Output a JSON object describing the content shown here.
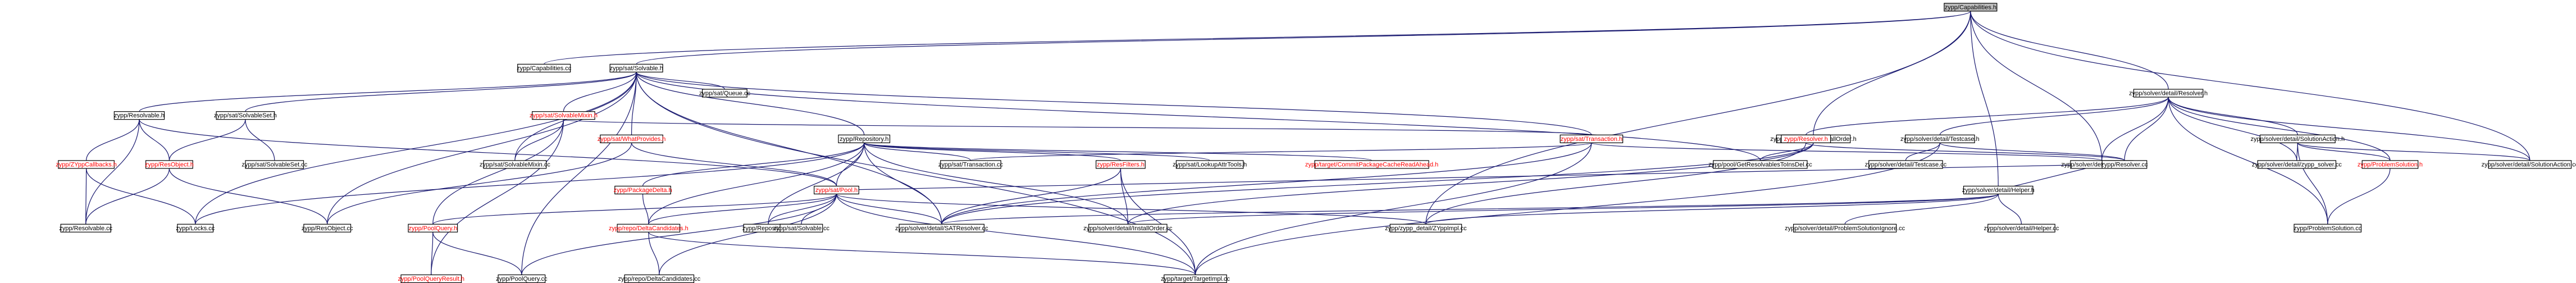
{
  "root": "zypp/Capabilities.h",
  "nodes": [
    {
      "id": "capabilities_h",
      "label": "zypp/Capabilities.h",
      "root": true
    },
    {
      "id": "capabilities_cc",
      "label": "zypp/Capabilities.cc"
    },
    {
      "id": "solvable_h",
      "label": "zypp/sat/Solvable.h"
    },
    {
      "id": "queue_cc",
      "label": "zypp/sat/Queue.cc"
    },
    {
      "id": "resolvable_h",
      "label": "zypp/Resolvable.h"
    },
    {
      "id": "solvableset_h",
      "label": "zypp/sat/SolvableSet.h"
    },
    {
      "id": "solvablemixin_h",
      "label": "zypp/sat/SolvableMixin.h",
      "red": true
    },
    {
      "id": "solvablemixin_cc",
      "label": "zypp/sat/SolvableMixin.cc"
    },
    {
      "id": "whatprovides_h",
      "label": "zypp/sat/WhatProvides.h",
      "red": true
    },
    {
      "id": "repository_h",
      "label": "zypp/Repository.h"
    },
    {
      "id": "transaction_h",
      "label": "zypp/sat/Transaction.h",
      "red": true
    },
    {
      "id": "zyppcallbacks_h",
      "label": "zypp/ZYppCallbacks.h",
      "red": true
    },
    {
      "id": "resobject_h",
      "label": "zypp/ResObject.h",
      "red": true
    },
    {
      "id": "solvableset_cc",
      "label": "zypp/sat/SolvableSet.cc"
    },
    {
      "id": "resolvable_cc",
      "label": "zypp/Resolvable.cc"
    },
    {
      "id": "locks_cc",
      "label": "zypp/Locks.cc"
    },
    {
      "id": "resobject_cc",
      "label": "zypp/ResObject.cc"
    },
    {
      "id": "poolquery_h",
      "label": "zypp/PoolQuery.h",
      "red": true
    },
    {
      "id": "poolqueryresult_h",
      "label": "zypp/PoolQueryResult.h",
      "red": true
    },
    {
      "id": "poolquery_cc",
      "label": "zypp/PoolQuery.cc"
    },
    {
      "id": "packagedelta_h",
      "label": "zypp/PackageDelta.h",
      "red": true
    },
    {
      "id": "satpool_h",
      "label": "zypp/sat/Pool.h",
      "red": true
    },
    {
      "id": "transaction_cc",
      "label": "zypp/sat/Transaction.cc"
    },
    {
      "id": "resfilters_h",
      "label": "zypp/ResFilters.h",
      "red": true
    },
    {
      "id": "lookupattrtools_h",
      "label": "zypp/sat/LookupAttrTools.h"
    },
    {
      "id": "commitpackagecache_h",
      "label": "zypp/target/CommitPackageCacheReadAhead.h",
      "red": true
    },
    {
      "id": "repository_cc",
      "label": "zypp/Repository.cc"
    },
    {
      "id": "deltacandidates_h",
      "label": "zypp/repo/DeltaCandidates.h",
      "red": true
    },
    {
      "id": "deltacandidates_cc",
      "label": "zypp/repo/DeltaCandidates.cc"
    },
    {
      "id": "satsolvable_cc",
      "label": "zypp/sat/Solvable.cc"
    },
    {
      "id": "satresolver_cc",
      "label": "zypp/solver/detail/SATResolver.cc"
    },
    {
      "id": "installorder_cc",
      "label": "zypp/solver/detail/InstallOrder.cc"
    },
    {
      "id": "targetimpl_cc",
      "label": "zypp/target/TargetImpl.cc"
    },
    {
      "id": "installorder_h",
      "label": "zypp/solver/detail/InstallOrder.h"
    },
    {
      "id": "getresolvables_cc",
      "label": "zypp/pool/GetResolvablesToInsDel.cc"
    },
    {
      "id": "zyppimpl_cc",
      "label": "zypp/zypp_detail/ZYppImpl.cc"
    },
    {
      "id": "testcase_cc",
      "label": "zypp/solver/detail/Testcase.cc"
    },
    {
      "id": "solverresolver_cc",
      "label": "zypp/solver/detail/Resolver.cc"
    },
    {
      "id": "helper_h",
      "label": "zypp/solver/detail/Helper.h"
    },
    {
      "id": "problemsolutionignore_cc",
      "label": "zypp/solver/detail/ProblemSolutionIgnore.cc"
    },
    {
      "id": "helper_cc",
      "label": "zypp/solver/detail/Helper.cc"
    },
    {
      "id": "zyppresolver_h",
      "label": "zypp/Resolver.h",
      "red": true
    },
    {
      "id": "zyppresolver_cc",
      "label": "zypp/Resolver.cc"
    },
    {
      "id": "testcase_h",
      "label": "zypp/solver/detail/Testcase.h"
    },
    {
      "id": "solverresolver_h",
      "label": "zypp/solver/detail/Resolver.h"
    },
    {
      "id": "solutionaction_h",
      "label": "zypp/solver/detail/SolutionAction.h"
    },
    {
      "id": "problemsolution_h",
      "label": "zypp/ProblemSolution.h",
      "red": true
    },
    {
      "id": "zypp_solver_cc",
      "label": "zypp/solver/detail/zypp_solver.cc"
    },
    {
      "id": "problemsolution_cc",
      "label": "zypp/ProblemSolution.cc"
    },
    {
      "id": "solutionaction_cc",
      "label": "zypp/solver/detail/SolutionAction.cc"
    }
  ],
  "edges": [
    [
      "capabilities_h",
      "capabilities_cc"
    ],
    [
      "capabilities_h",
      "solvable_h"
    ],
    [
      "capabilities_h",
      "installorder_h"
    ],
    [
      "capabilities_h",
      "helper_h"
    ],
    [
      "capabilities_h",
      "solverresolver_h"
    ],
    [
      "capabilities_h",
      "solverresolver_cc"
    ],
    [
      "capabilities_h",
      "solutionaction_cc"
    ],
    [
      "capabilities_h",
      "zyppimpl_cc"
    ],
    [
      "solvable_h",
      "queue_cc"
    ],
    [
      "solvable_h",
      "resolvable_h"
    ],
    [
      "solvable_h",
      "solvableset_h"
    ],
    [
      "solvable_h",
      "solvablemixin_h"
    ],
    [
      "solvable_h",
      "solvablemixin_cc"
    ],
    [
      "solvable_h",
      "whatprovides_h"
    ],
    [
      "solvable_h",
      "repository_h"
    ],
    [
      "solvable_h",
      "transaction_h"
    ],
    [
      "solvable_h",
      "resobject_cc"
    ],
    [
      "solvable_h",
      "poolquery_cc"
    ],
    [
      "solvable_h",
      "locks_cc"
    ],
    [
      "solvable_h",
      "getresolvables_cc"
    ],
    [
      "solvable_h",
      "satresolver_cc"
    ],
    [
      "solvable_h",
      "targetimpl_cc"
    ],
    [
      "resolvable_h",
      "zyppcallbacks_h"
    ],
    [
      "resolvable_h",
      "resobject_h"
    ],
    [
      "resolvable_h",
      "resolvable_cc"
    ],
    [
      "resolvable_h",
      "satpool_h"
    ],
    [
      "solvableset_h",
      "resobject_h"
    ],
    [
      "solvableset_h",
      "solvableset_cc"
    ],
    [
      "solvablemixin_h",
      "solvablemixin_cc"
    ],
    [
      "solvablemixin_h",
      "poolquery_h"
    ],
    [
      "solvablemixin_h",
      "poolqueryresult_h"
    ],
    [
      "solvablemixin_h",
      "transaction_h"
    ],
    [
      "whatprovides_h",
      "satpool_h"
    ],
    [
      "whatprovides_h",
      "resobject_cc"
    ],
    [
      "repository_h",
      "satpool_h"
    ],
    [
      "repository_h",
      "packagedelta_h"
    ],
    [
      "repository_h",
      "transaction_cc"
    ],
    [
      "repository_h",
      "resfilters_h"
    ],
    [
      "repository_h",
      "lookupattrtools_h"
    ],
    [
      "repository_h",
      "commitpackagecache_h"
    ],
    [
      "repository_h",
      "repository_cc"
    ],
    [
      "repository_h",
      "deltacandidates_h"
    ],
    [
      "repository_h",
      "installorder_cc"
    ],
    [
      "repository_h",
      "satresolver_cc"
    ],
    [
      "repository_h",
      "locks_cc"
    ],
    [
      "transaction_h",
      "transaction_cc"
    ],
    [
      "transaction_h",
      "solverresolver_cc"
    ],
    [
      "transaction_h",
      "targetimpl_cc"
    ],
    [
      "transaction_h",
      "satresolver_cc"
    ],
    [
      "zyppcallbacks_h",
      "resolvable_cc"
    ],
    [
      "zyppcallbacks_h",
      "locks_cc"
    ],
    [
      "resobject_h",
      "resolvable_cc"
    ],
    [
      "resobject_h",
      "resobject_cc"
    ],
    [
      "poolquery_h",
      "poolqueryresult_h"
    ],
    [
      "poolquery_h",
      "poolquery_cc"
    ],
    [
      "packagedelta_h",
      "deltacandidates_h"
    ],
    [
      "satpool_h",
      "poolquery_h"
    ],
    [
      "satpool_h",
      "poolquery_cc"
    ],
    [
      "satpool_h",
      "deltacandidates_h"
    ],
    [
      "satpool_h",
      "deltacandidates_cc"
    ],
    [
      "satpool_h",
      "repository_cc"
    ],
    [
      "satpool_h",
      "satsolvable_cc"
    ],
    [
      "satpool_h",
      "satresolver_cc"
    ],
    [
      "satpool_h",
      "zyppimpl_cc"
    ],
    [
      "satpool_h",
      "targetimpl_cc"
    ],
    [
      "satpool_h",
      "solverresolver_cc"
    ],
    [
      "resfilters_h",
      "satresolver_cc"
    ],
    [
      "resfilters_h",
      "installorder_cc"
    ],
    [
      "resfilters_h",
      "targetimpl_cc"
    ],
    [
      "deltacandidates_h",
      "deltacandidates_cc"
    ],
    [
      "deltacandidates_h",
      "targetimpl_cc"
    ],
    [
      "installorder_h",
      "installorder_cc"
    ],
    [
      "installorder_h",
      "getresolvables_cc"
    ],
    [
      "installorder_h",
      "satresolver_cc"
    ],
    [
      "helper_h",
      "solverresolver_cc"
    ],
    [
      "helper_h",
      "helper_cc"
    ],
    [
      "helper_h",
      "problemsolutionignore_cc"
    ],
    [
      "helper_h",
      "satresolver_cc"
    ],
    [
      "helper_h",
      "installorder_cc"
    ],
    [
      "helper_h",
      "zyppimpl_cc"
    ],
    [
      "zyppresolver_h",
      "zyppresolver_cc"
    ],
    [
      "zyppresolver_h",
      "zyppimpl_cc"
    ],
    [
      "testcase_h",
      "testcase_cc"
    ],
    [
      "testcase_h",
      "zyppresolver_cc"
    ],
    [
      "testcase_h",
      "targetimpl_cc"
    ],
    [
      "solverresolver_h",
      "zyppresolver_h"
    ],
    [
      "solverresolver_h",
      "testcase_h"
    ],
    [
      "solverresolver_h",
      "solutionaction_h"
    ],
    [
      "solverresolver_h",
      "problemsolution_h"
    ],
    [
      "solverresolver_h",
      "zypp_solver_cc"
    ],
    [
      "solverresolver_h",
      "zyppresolver_cc"
    ],
    [
      "solverresolver_h",
      "solverresolver_cc"
    ],
    [
      "solverresolver_h",
      "problemsolution_cc"
    ],
    [
      "solverresolver_h",
      "solutionaction_cc"
    ],
    [
      "solutionaction_h",
      "problemsolution_h"
    ],
    [
      "solutionaction_h",
      "zypp_solver_cc"
    ],
    [
      "solutionaction_h",
      "problemsolution_cc"
    ],
    [
      "solutionaction_h",
      "solutionaction_cc"
    ],
    [
      "problemsolution_h",
      "problemsolution_cc"
    ]
  ]
}
